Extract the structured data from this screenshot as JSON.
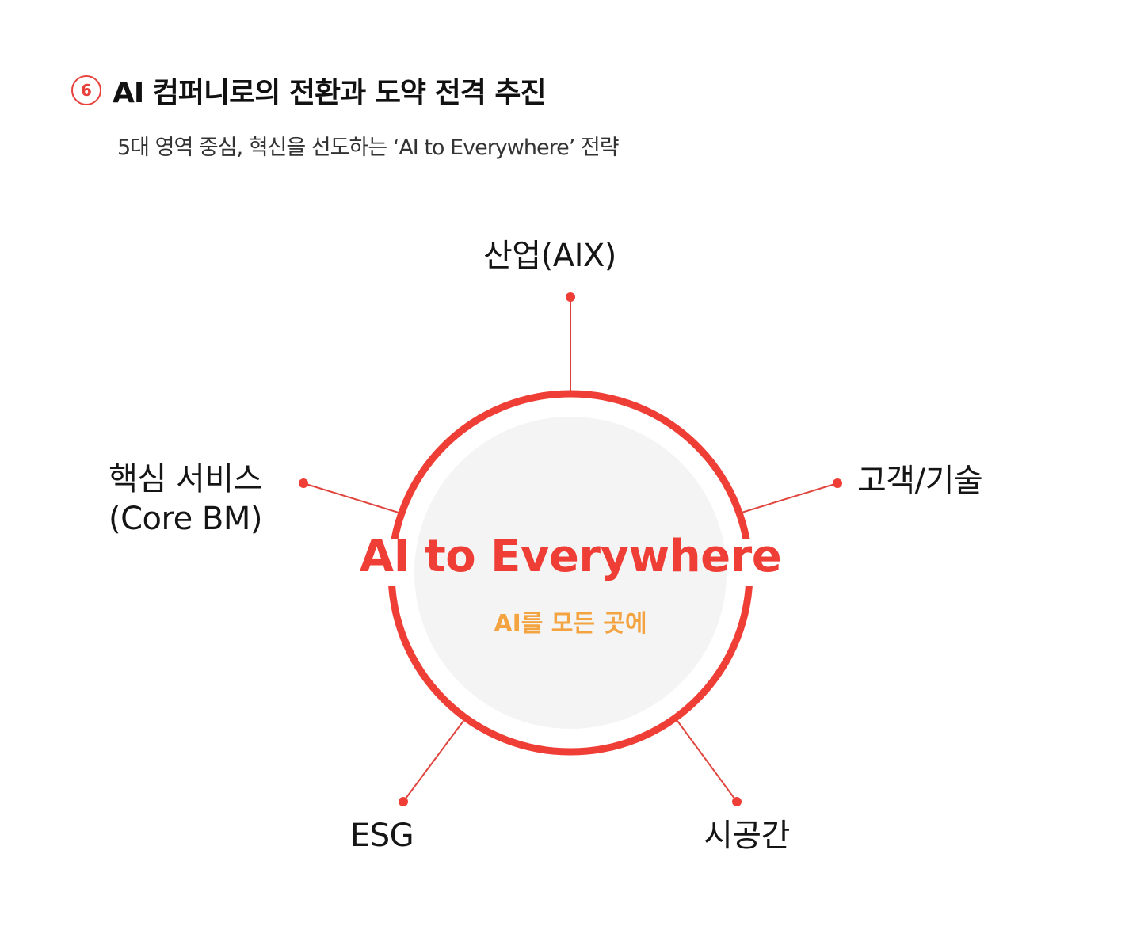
{
  "header": {
    "number": "6",
    "title": "AI 컴퍼니로의 전환과 도약 전격 추진",
    "subtitle": "5대 영역 중심, 혁신을 선도하는 ‘AI to Everywhere’ 전략"
  },
  "center": {
    "title": "AI to Everywhere",
    "subtitle": "AI를 모든 곳에"
  },
  "areas": [
    {
      "label": "산업(AIX)"
    },
    {
      "label": "고객/기술"
    },
    {
      "label": "시공간"
    },
    {
      "label": "ESG"
    },
    {
      "label_line1": "핵심 서비스",
      "label_line2": "(Core BM)"
    }
  ],
  "colors": {
    "accent_red": "#ef3e36",
    "accent_orange": "#f3a340",
    "inner_circle": "#f4f4f4",
    "text": "#151515"
  }
}
